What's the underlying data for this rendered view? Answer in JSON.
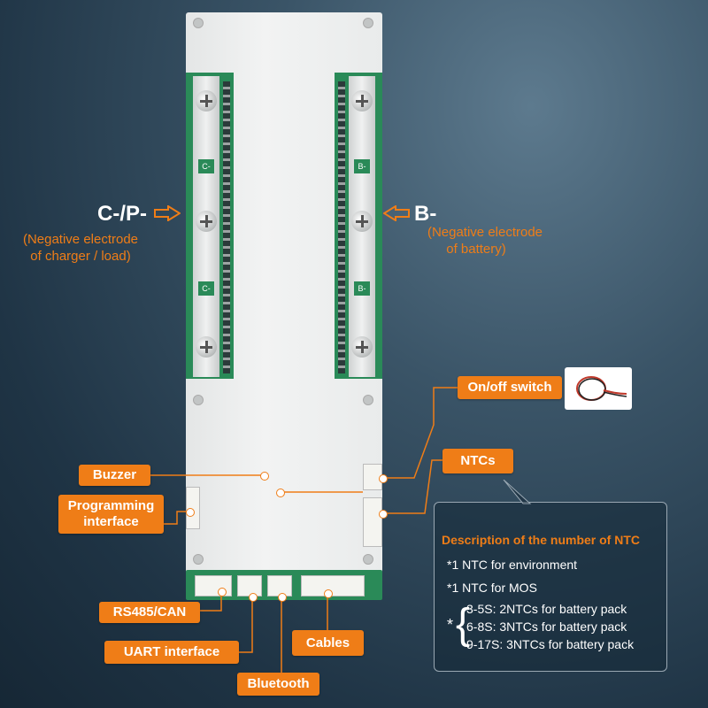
{
  "terminals": {
    "cp_title": "C-/P-",
    "cp_sub_1": "(Negative electrode",
    "cp_sub_2": "of charger / load)",
    "b_title": "B-",
    "b_sub_1": "(Negative electrode",
    "b_sub_2": "of battery)",
    "left_marks": [
      "C-",
      "C-"
    ],
    "right_marks": [
      "B-",
      "B-"
    ]
  },
  "labels": {
    "buzzer": "Buzzer",
    "programming": "Programming interface",
    "rs485": "RS485/CAN",
    "uart": "UART interface",
    "bluetooth": "Bluetooth",
    "cables": "Cables",
    "onoff": "On/off switch",
    "ntcs": "NTCs"
  },
  "ntc_description": {
    "title": "Description of the number of NTC",
    "env": "1 NTC for environment",
    "mos": "1 NTC for MOS",
    "ranges": [
      "3-5S: 2NTCs for battery pack",
      "6-8S: 3NTCs for battery pack",
      "9-17S: 3NTCs for battery pack"
    ],
    "star": "*",
    "brace": "{"
  },
  "colors": {
    "accent": "#ef7d17",
    "pcb_green": "#2a8a58",
    "background": "#2b4355"
  }
}
